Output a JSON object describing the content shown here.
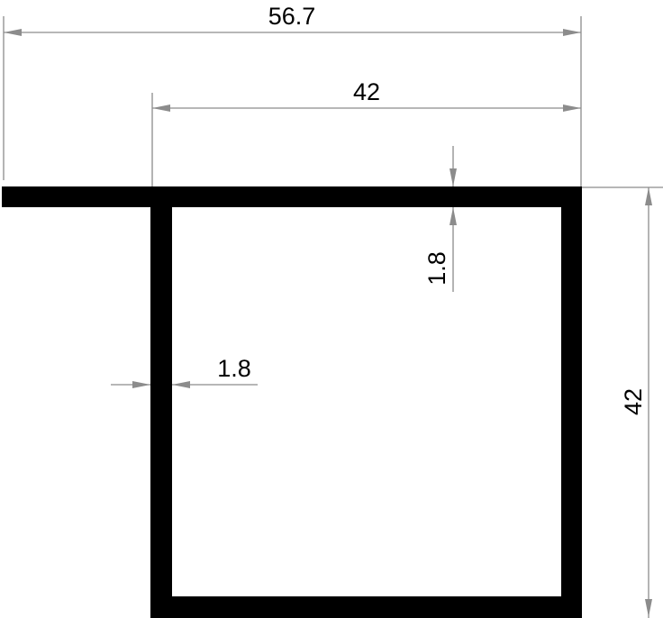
{
  "dimensions": {
    "overall_width": "56.7",
    "box_width": "42",
    "flange_thickness": "1.8",
    "wall_thickness": "1.8",
    "box_height": "42"
  },
  "colors": {
    "profile": "#000000",
    "dimension_lines": "#8c8c8c"
  }
}
